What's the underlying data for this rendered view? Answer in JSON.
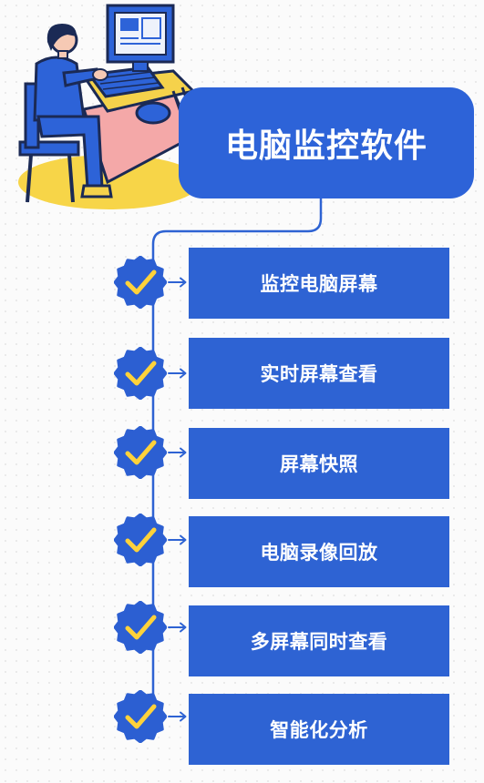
{
  "title": "电脑监控软件",
  "features": [
    {
      "label": "监控电脑屏幕",
      "icon": "check-badge-icon"
    },
    {
      "label": "实时屏幕查看",
      "icon": "check-badge-icon"
    },
    {
      "label": "屏幕快照",
      "icon": "check-badge-icon"
    },
    {
      "label": "电脑录像回放",
      "icon": "check-badge-icon"
    },
    {
      "label": "多屏幕同时查看",
      "icon": "check-badge-icon"
    },
    {
      "label": "智能化分析",
      "icon": "check-badge-icon"
    }
  ],
  "illustration": "person-at-computer-illustration",
  "colors": {
    "primary_blue": "#2e63d3",
    "badge_blue": "#2c5fd2",
    "check_yellow": "#ffd23a",
    "accent_pink": "#f4a8a8",
    "desk_yellow": "#f5d24b"
  }
}
